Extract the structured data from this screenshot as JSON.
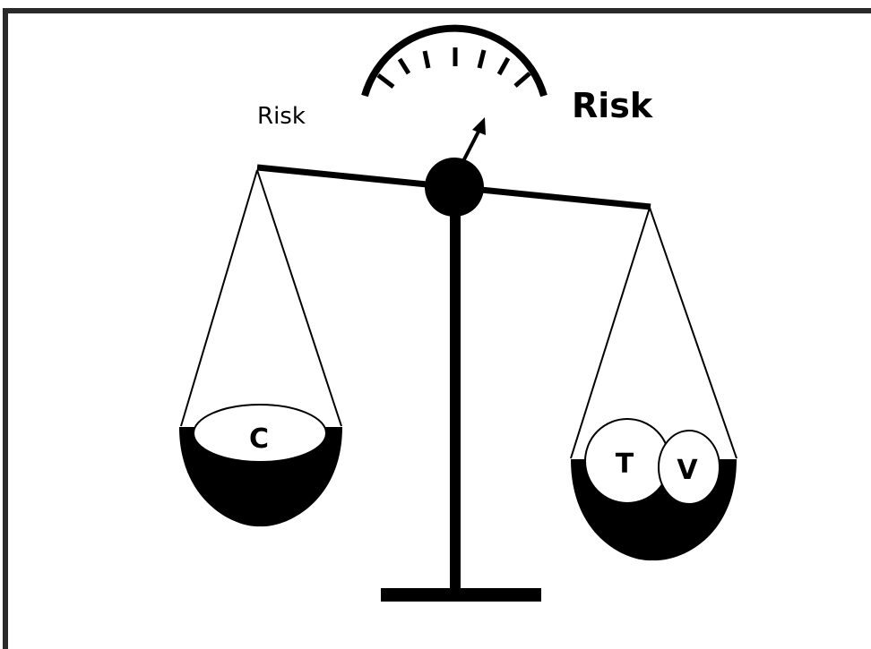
{
  "labels": {
    "risk_left": "Risk",
    "risk_right": "Risk",
    "left_pan": "C",
    "right_pan_first": "T",
    "right_pan_second": "V"
  },
  "colors": {
    "ink": "#000000",
    "background": "#ffffff",
    "border": "#2a2a2a"
  }
}
